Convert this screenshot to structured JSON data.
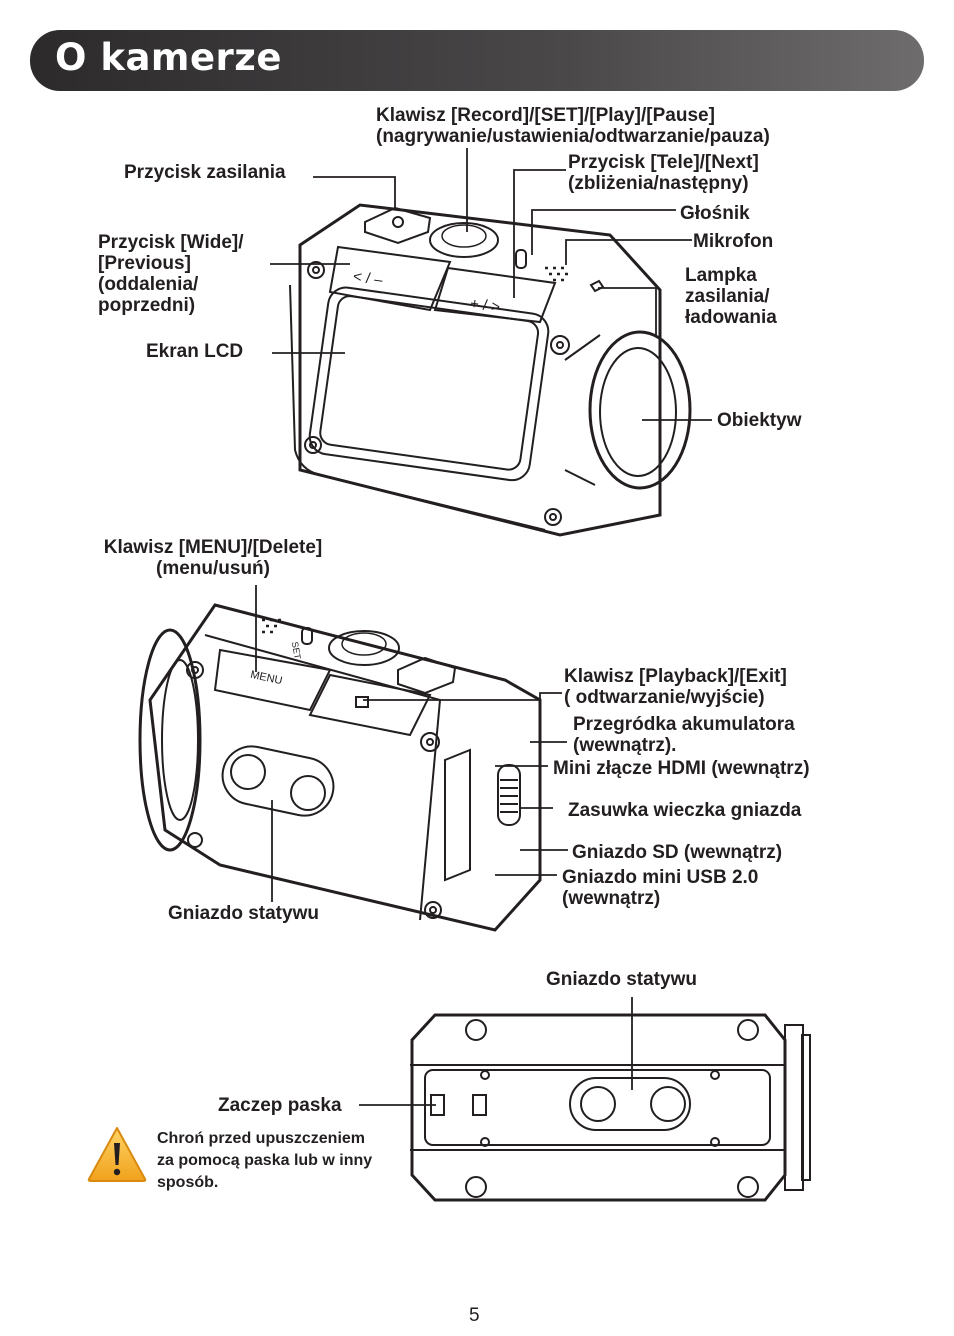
{
  "page_title": "O kamerze",
  "view1": {
    "record": [
      "Klawisz [Record]/[SET]/[Play]/[Pause]",
      "(nagrywanie/ustawienia/odtwarzanie/pauza)"
    ],
    "power_button": "Przycisk zasilania",
    "tele": [
      "Przycisk [Tele]/[Next]",
      "(zbliżenia/następny)"
    ],
    "speaker": "Głośnik",
    "microphone": "Mikrofon",
    "wide": [
      "Przycisk [Wide]/",
      "[Previous]",
      "(oddalenia/",
      "poprzedni)"
    ],
    "power_lamp": [
      "Lampka",
      "zasilania/",
      "ładowania"
    ],
    "lcd": "Ekran LCD",
    "lens": "Obiektyw",
    "camera_marks": {
      "left_button": "< / –",
      "right_button": "+ / >"
    }
  },
  "view2": {
    "menu": [
      "Klawisz [MENU]/[Delete]",
      "(menu/usuń)"
    ],
    "playback": [
      "Klawisz [Playback]/[Exit]",
      "( odtwarzanie/wyjście)"
    ],
    "battery": [
      "Przegródka akumulatora",
      "(wewnątrz)."
    ],
    "hdmi": "Mini złącze HDMI (wewnątrz)",
    "latch": "Zasuwka wieczka gniazda",
    "sd": "Gniazdo SD (wewnątrz)",
    "usb": [
      "Gniazdo mini USB 2.0",
      "(wewnątrz)"
    ],
    "tripod": "Gniazdo statywu",
    "camera_marks": {
      "menu_button": "MENU",
      "set_mark": "SET"
    }
  },
  "view3": {
    "tripod": "Gniazdo statywu",
    "strap": "Zaczep paska"
  },
  "warning": {
    "icon": "warning-triangle-icon",
    "lines": [
      "Chroń przed upuszczeniem",
      "za pomocą paska lub w inny",
      "sposób."
    ]
  },
  "page_number": "5"
}
